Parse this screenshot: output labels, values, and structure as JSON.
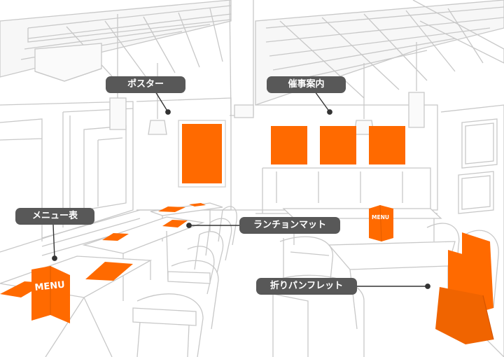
{
  "labels": {
    "poster": "ポスター",
    "event_info": "催事案内",
    "menu_table": "メニュー表",
    "luncheon_mat": "ランチョンマット",
    "folded_pamphlet": "折りパンフレット"
  },
  "props": {
    "menu_word": "MENU"
  },
  "colors": {
    "accent": "#ff6a00",
    "label_bg": "#585858",
    "line": "#c8c8c8",
    "pointer": "#333333"
  }
}
